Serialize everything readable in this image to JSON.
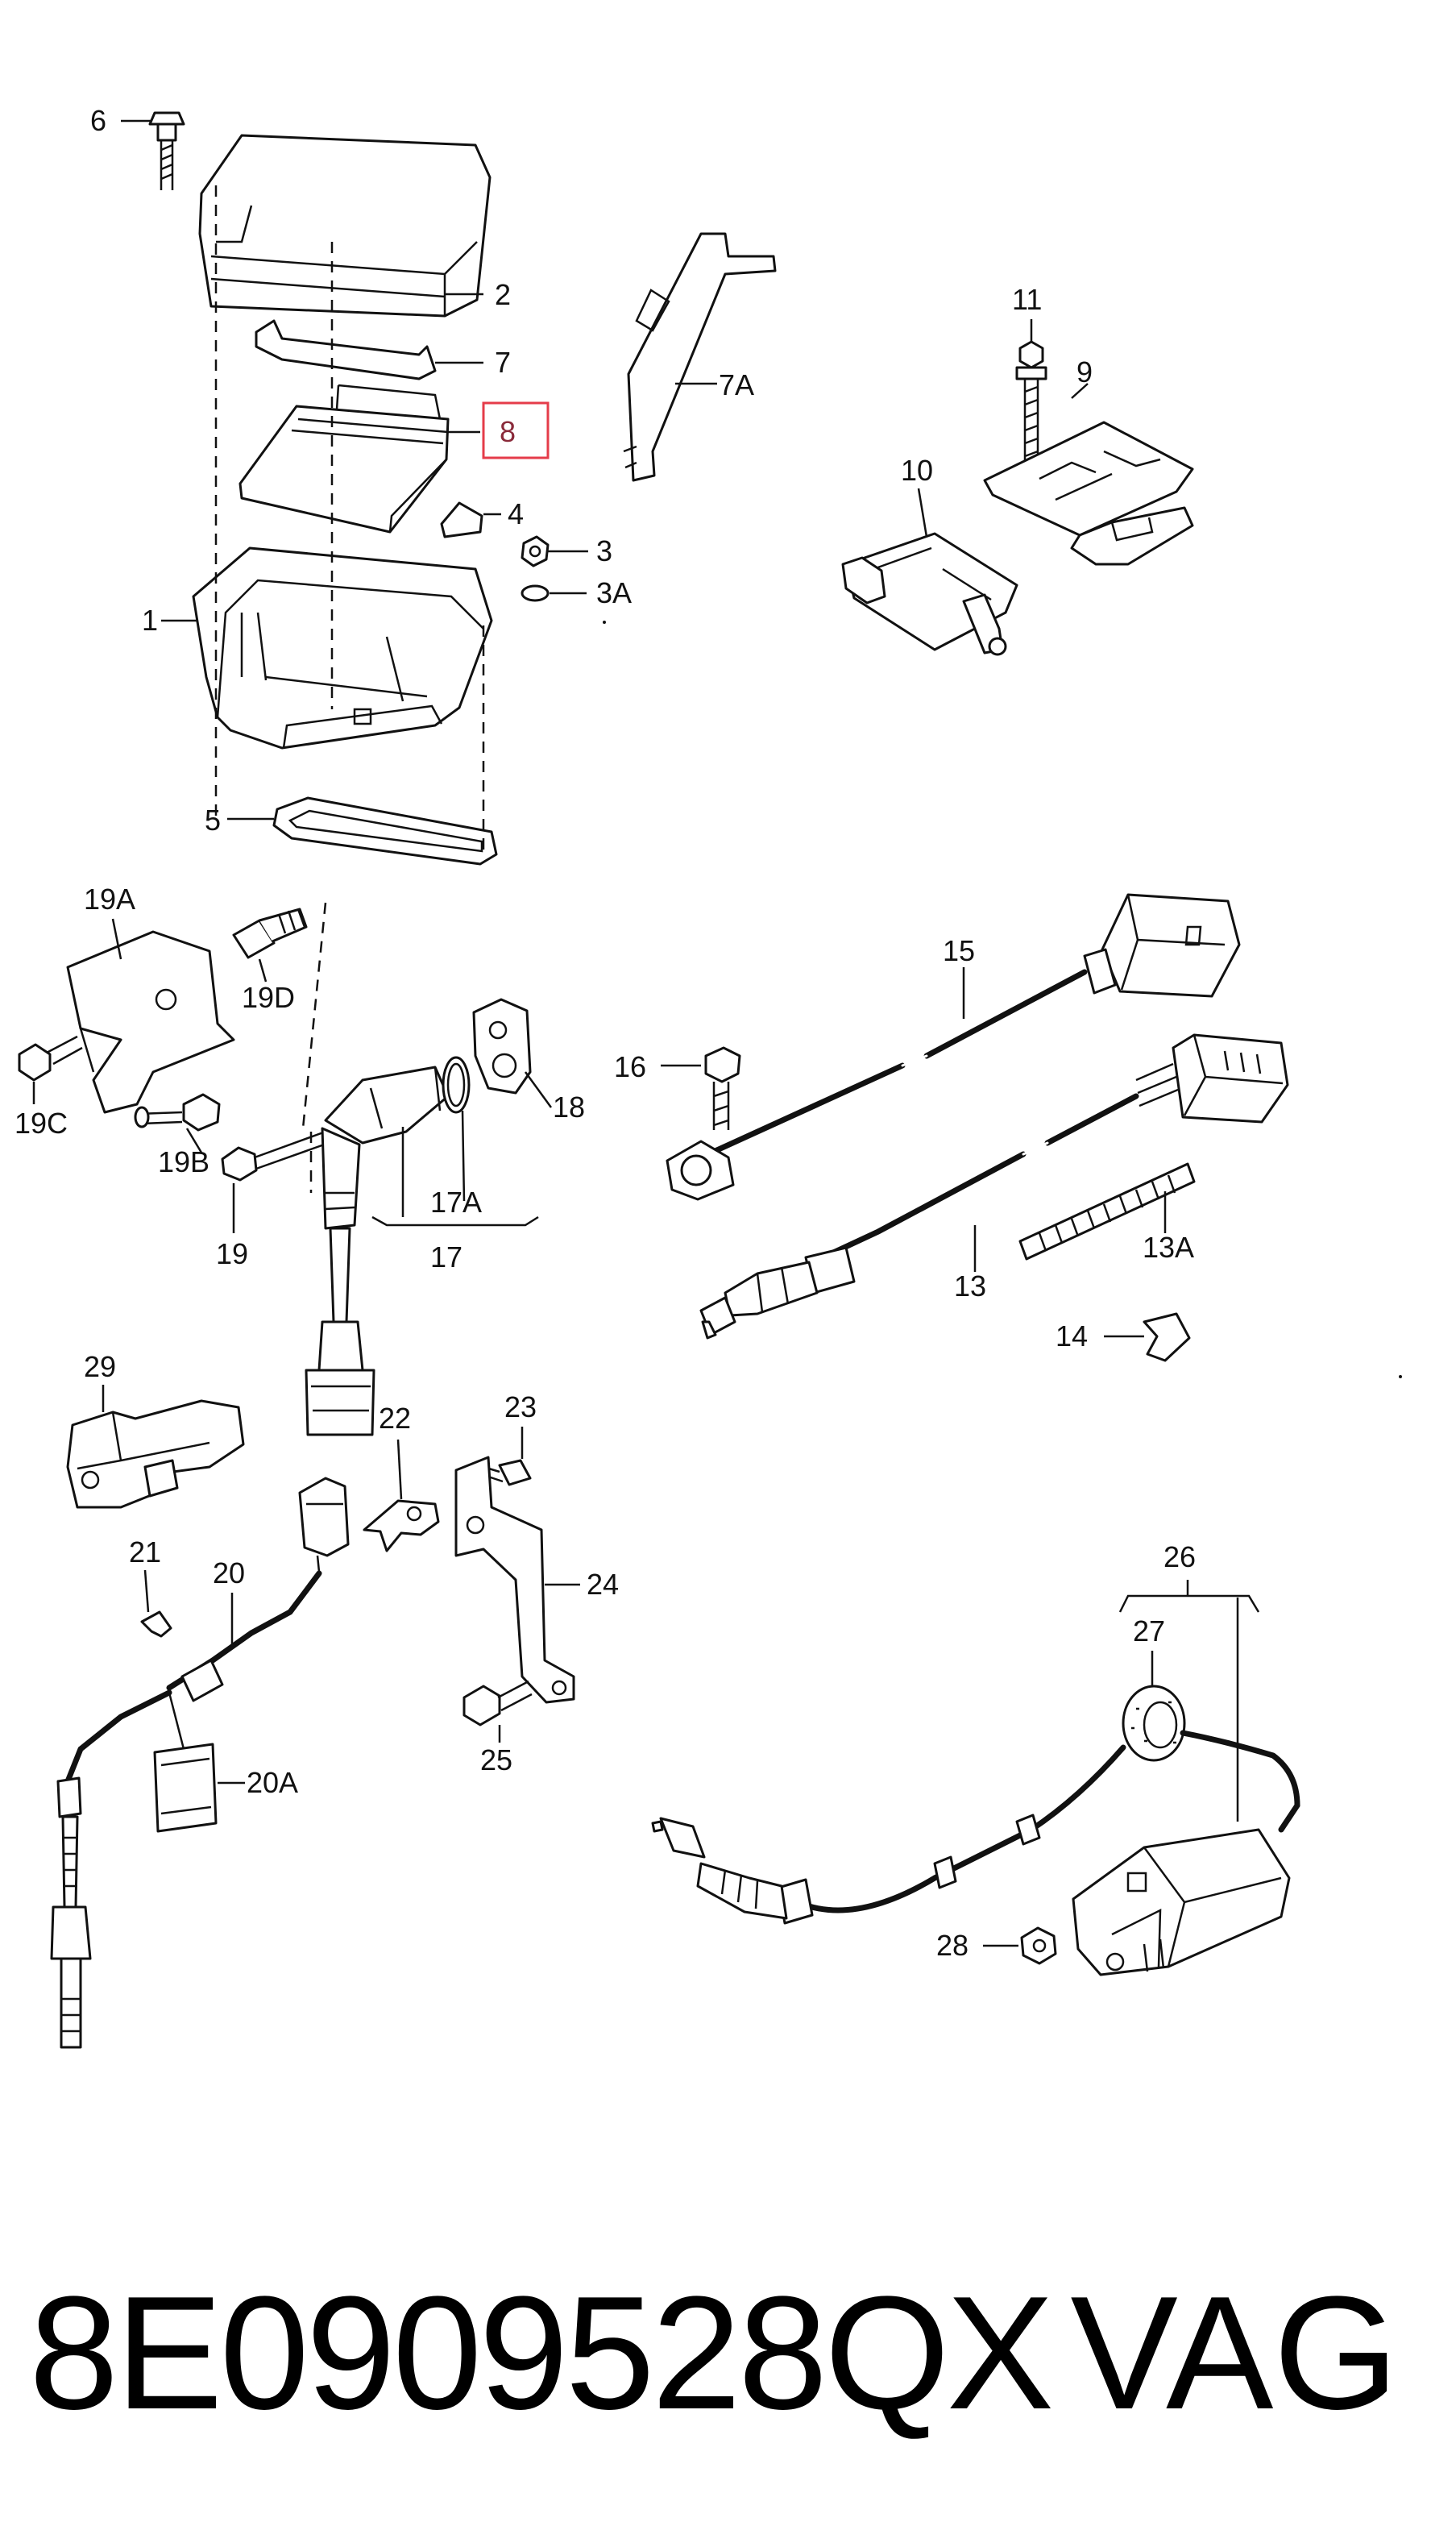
{
  "callouts": {
    "c1": "1",
    "c2": "2",
    "c3": "3",
    "c3a": "3A",
    "c4": "4",
    "c5": "5",
    "c6": "6",
    "c7": "7",
    "c7a": "7A",
    "c8": "8",
    "c9": "9",
    "c10": "10",
    "c11": "11",
    "c13": "13",
    "c13a": "13A",
    "c14": "14",
    "c15": "15",
    "c16": "16",
    "c17": "17",
    "c17a": "17A",
    "c18": "18",
    "c19": "19",
    "c19a": "19A",
    "c19b": "19B",
    "c19c": "19C",
    "c19d": "19D",
    "c20": "20",
    "c20a": "20A",
    "c21": "21",
    "c22": "22",
    "c23": "23",
    "c24": "24",
    "c25": "25",
    "c26": "26",
    "c27": "27",
    "c28": "28",
    "c29": "29"
  },
  "highlighted_callout": "8",
  "highlight_color": "#e53c4a",
  "caption": {
    "part_number": "8E0909528QX",
    "brand": "VAG"
  }
}
